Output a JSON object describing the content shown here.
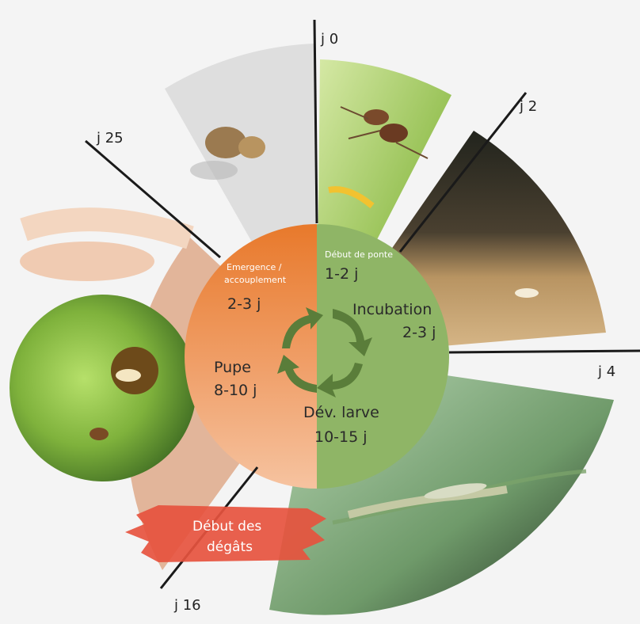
{
  "days": {
    "j0": "j 0",
    "j2": "j 2",
    "j4": "j 4",
    "j16": "j 16",
    "j25": "j 25"
  },
  "stages": {
    "debut_ponte": {
      "label": "Début de ponte",
      "duration": "1-2 j"
    },
    "incubation": {
      "label": "Incubation",
      "duration": "2-3 j"
    },
    "dev_larve": {
      "label": "Dév. larve",
      "duration": "10-15 j"
    },
    "pupe": {
      "label": "Pupe",
      "duration": "8-10 j"
    },
    "emergence": {
      "label_line1": "Emergence /",
      "label_line2": "accouplement",
      "duration": "2-3 j"
    }
  },
  "banner": {
    "line1": "Début des",
    "line2": "dégâts"
  },
  "colors": {
    "green_center": "#8fb566",
    "orange_top": "#e8792b",
    "orange_bottom": "#f3b289",
    "arrow_green": "#5a7d3a",
    "banner_red": "#e6533e"
  }
}
